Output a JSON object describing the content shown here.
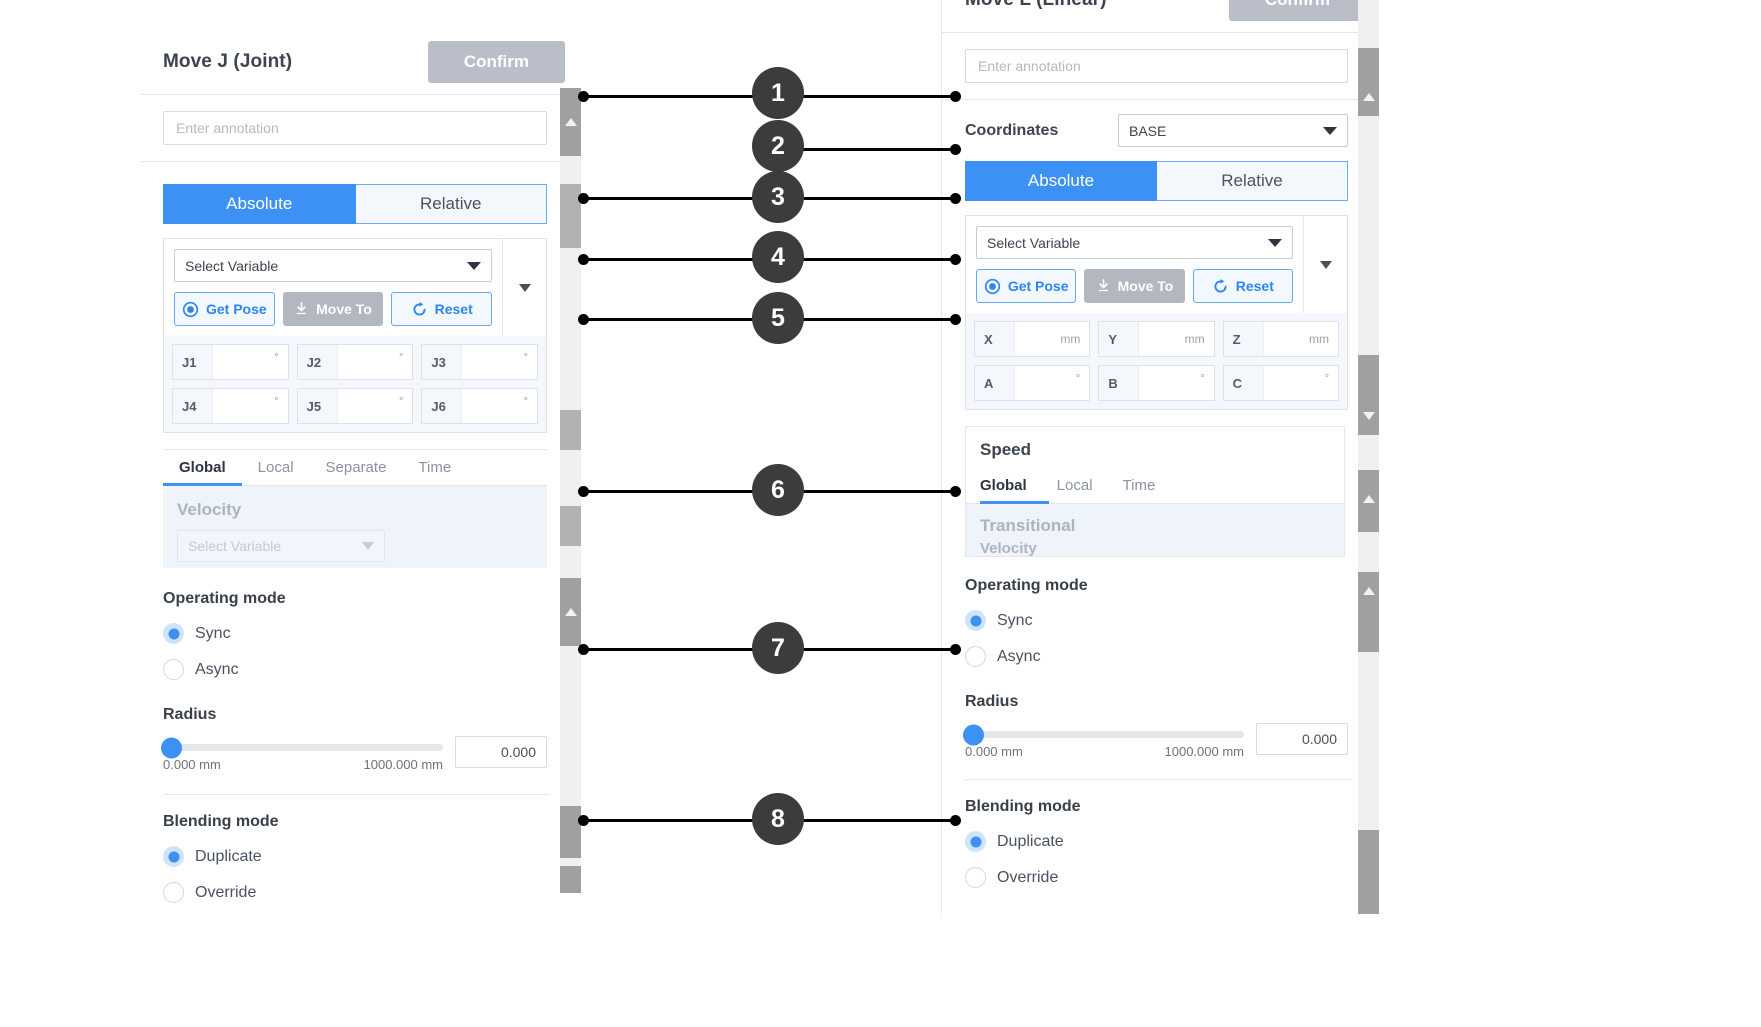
{
  "left_panel": {
    "title": "Move J (Joint)",
    "confirm_label": "Confirm",
    "annotation_placeholder": "Enter annotation",
    "annotation_value": "",
    "mode_tabs": [
      {
        "label": "Absolute",
        "active": true
      },
      {
        "label": "Relative",
        "active": false
      }
    ],
    "variable_select": "Select Variable",
    "buttons": [
      {
        "label": "Get Pose",
        "icon": "target-icon",
        "state": "enabled"
      },
      {
        "label": "Move To",
        "icon": "download-icon",
        "state": "disabled"
      },
      {
        "label": "Reset",
        "icon": "refresh-icon",
        "state": "enabled"
      }
    ],
    "pose_fields": [
      {
        "key": "J1",
        "value": "",
        "unit": "°"
      },
      {
        "key": "J2",
        "value": "",
        "unit": "°"
      },
      {
        "key": "J3",
        "value": "",
        "unit": "°"
      },
      {
        "key": "J4",
        "value": "",
        "unit": "°"
      },
      {
        "key": "J5",
        "value": "",
        "unit": "°"
      },
      {
        "key": "J6",
        "value": "",
        "unit": "°"
      }
    ],
    "speed_tabs": [
      {
        "label": "Global",
        "active": true
      },
      {
        "label": "Local",
        "active": false
      },
      {
        "label": "Separate",
        "active": false
      },
      {
        "label": "Time",
        "active": false
      }
    ],
    "speed_body_label": "Velocity",
    "speed_body_select": "Select Variable",
    "operating_mode": {
      "title": "Operating mode",
      "options": [
        {
          "label": "Sync",
          "selected": true
        },
        {
          "label": "Async",
          "selected": false
        }
      ]
    },
    "radius": {
      "title": "Radius",
      "min_label": "0.000 mm",
      "max_label": "1000.000 mm",
      "value": "0.000"
    },
    "blending_mode": {
      "title": "Blending mode",
      "options": [
        {
          "label": "Duplicate",
          "selected": true
        },
        {
          "label": "Override",
          "selected": false
        }
      ]
    }
  },
  "right_panel": {
    "title": "Move L (Linear)",
    "confirm_label": "Confirm",
    "annotation_placeholder": "Enter annotation",
    "annotation_value": "",
    "coordinates": {
      "label": "Coordinates",
      "value": "BASE"
    },
    "mode_tabs": [
      {
        "label": "Absolute",
        "active": true
      },
      {
        "label": "Relative",
        "active": false
      }
    ],
    "variable_select": "Select Variable",
    "buttons": [
      {
        "label": "Get Pose",
        "icon": "target-icon",
        "state": "enabled"
      },
      {
        "label": "Move To",
        "icon": "download-icon",
        "state": "disabled"
      },
      {
        "label": "Reset",
        "icon": "refresh-icon",
        "state": "enabled"
      }
    ],
    "pose_fields": [
      {
        "key": "X",
        "value": "",
        "unit": "mm"
      },
      {
        "key": "Y",
        "value": "",
        "unit": "mm"
      },
      {
        "key": "Z",
        "value": "",
        "unit": "mm"
      },
      {
        "key": "A",
        "value": "",
        "unit": "°"
      },
      {
        "key": "B",
        "value": "",
        "unit": "°"
      },
      {
        "key": "C",
        "value": "",
        "unit": "°"
      }
    ],
    "speed_title": "Speed",
    "speed_tabs": [
      {
        "label": "Global",
        "active": true
      },
      {
        "label": "Local",
        "active": false
      },
      {
        "label": "Time",
        "active": false
      }
    ],
    "speed_body_label": "Transitional",
    "speed_body_sublabel": "Velocity",
    "operating_mode": {
      "title": "Operating mode",
      "options": [
        {
          "label": "Sync",
          "selected": true
        },
        {
          "label": "Async",
          "selected": false
        }
      ]
    },
    "radius": {
      "title": "Radius",
      "min_label": "0.000 mm",
      "max_label": "1000.000 mm",
      "value": "0.000"
    },
    "blending_mode": {
      "title": "Blending mode",
      "options": [
        {
          "label": "Duplicate",
          "selected": true
        },
        {
          "label": "Override",
          "selected": false
        }
      ]
    }
  },
  "callouts": [
    {
      "number": "1"
    },
    {
      "number": "2"
    },
    {
      "number": "3"
    },
    {
      "number": "4"
    },
    {
      "number": "5"
    },
    {
      "number": "6"
    },
    {
      "number": "7"
    },
    {
      "number": "8"
    }
  ],
  "colors": {
    "accent": "#3d91f5",
    "accent_soft": "#cfe4fb",
    "disabled": "#b3b8c0",
    "callout": "#3c3c3c",
    "panel_bg": "#ffffff",
    "field_bg": "#f4f7fb",
    "tab_body_bg": "#eff4fb"
  }
}
